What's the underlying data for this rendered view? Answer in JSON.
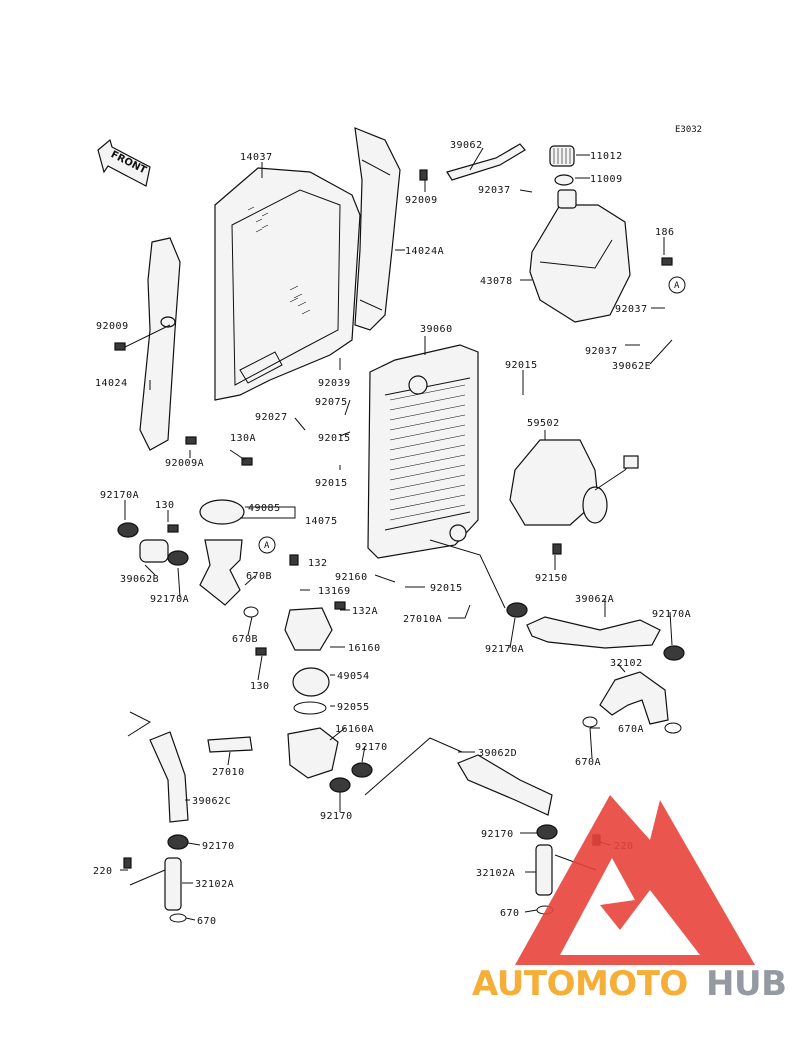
{
  "diagram": {
    "code": "E3032",
    "front_label": "FRONT",
    "callout_letter": "A",
    "labels": [
      {
        "id": "l14037",
        "text": "14037"
      },
      {
        "id": "l39062top",
        "text": "39062"
      },
      {
        "id": "l11012",
        "text": "11012"
      },
      {
        "id": "l92037a",
        "text": "92037"
      },
      {
        "id": "l11009",
        "text": "11009"
      },
      {
        "id": "l92009a",
        "text": "92009"
      },
      {
        "id": "l14024A",
        "text": "14024A"
      },
      {
        "id": "l186",
        "text": "186"
      },
      {
        "id": "l43078",
        "text": "43078"
      },
      {
        "id": "l92009b",
        "text": "92009"
      },
      {
        "id": "l92037b",
        "text": "92037"
      },
      {
        "id": "l39060",
        "text": "39060"
      },
      {
        "id": "l92037c",
        "text": "92037"
      },
      {
        "id": "l39062E",
        "text": "39062E"
      },
      {
        "id": "l14024",
        "text": "14024"
      },
      {
        "id": "l92039",
        "text": "92039"
      },
      {
        "id": "l92015a",
        "text": "92015"
      },
      {
        "id": "l92075",
        "text": "92075"
      },
      {
        "id": "l92027",
        "text": "92027"
      },
      {
        "id": "l92015b",
        "text": "92015"
      },
      {
        "id": "l59502",
        "text": "59502"
      },
      {
        "id": "l130A",
        "text": "130A"
      },
      {
        "id": "l92009A",
        "text": "92009A"
      },
      {
        "id": "l92015c",
        "text": "92015"
      },
      {
        "id": "l92170Aa",
        "text": "92170A"
      },
      {
        "id": "l130a",
        "text": "130"
      },
      {
        "id": "l49085",
        "text": "49085"
      },
      {
        "id": "l14075",
        "text": "14075"
      },
      {
        "id": "l132",
        "text": "132"
      },
      {
        "id": "l39062B",
        "text": "39062B"
      },
      {
        "id": "l670Ba",
        "text": "670B"
      },
      {
        "id": "l92170Ab",
        "text": "92170A"
      },
      {
        "id": "l13169",
        "text": "13169"
      },
      {
        "id": "l92160",
        "text": "92160"
      },
      {
        "id": "l92015d",
        "text": "92015"
      },
      {
        "id": "l92150",
        "text": "92150"
      },
      {
        "id": "l132A",
        "text": "132A"
      },
      {
        "id": "l39062A",
        "text": "39062A"
      },
      {
        "id": "l27010A",
        "text": "27010A"
      },
      {
        "id": "l92170Ac",
        "text": "92170A"
      },
      {
        "id": "l670Bb",
        "text": "670B"
      },
      {
        "id": "l16160",
        "text": "16160"
      },
      {
        "id": "l92170Ad",
        "text": "92170A"
      },
      {
        "id": "l130b",
        "text": "130"
      },
      {
        "id": "l49054",
        "text": "49054"
      },
      {
        "id": "l32102",
        "text": "32102"
      },
      {
        "id": "l92055",
        "text": "92055"
      },
      {
        "id": "l16160A",
        "text": "16160A"
      },
      {
        "id": "l670A1",
        "text": "670A"
      },
      {
        "id": "l92170a",
        "text": "92170"
      },
      {
        "id": "l39062D",
        "text": "39062D"
      },
      {
        "id": "l670A2",
        "text": "670A"
      },
      {
        "id": "l27010",
        "text": "27010"
      },
      {
        "id": "l39062C",
        "text": "39062C"
      },
      {
        "id": "l92170b",
        "text": "92170"
      },
      {
        "id": "l92170c",
        "text": "92170"
      },
      {
        "id": "l92170d",
        "text": "92170"
      },
      {
        "id": "l220a",
        "text": "220"
      },
      {
        "id": "l220b",
        "text": "220"
      },
      {
        "id": "l32102A1",
        "text": "32102A"
      },
      {
        "id": "l32102A2",
        "text": "32102A"
      },
      {
        "id": "l670a",
        "text": "670"
      },
      {
        "id": "l670b",
        "text": "670"
      }
    ]
  },
  "watermark": {
    "word_part1": "AUTOMOTO",
    "word_part2": "HUB",
    "color_part1": "#f5a623",
    "color_part2": "#8a8f99",
    "triangle_color": "#e8433a"
  }
}
